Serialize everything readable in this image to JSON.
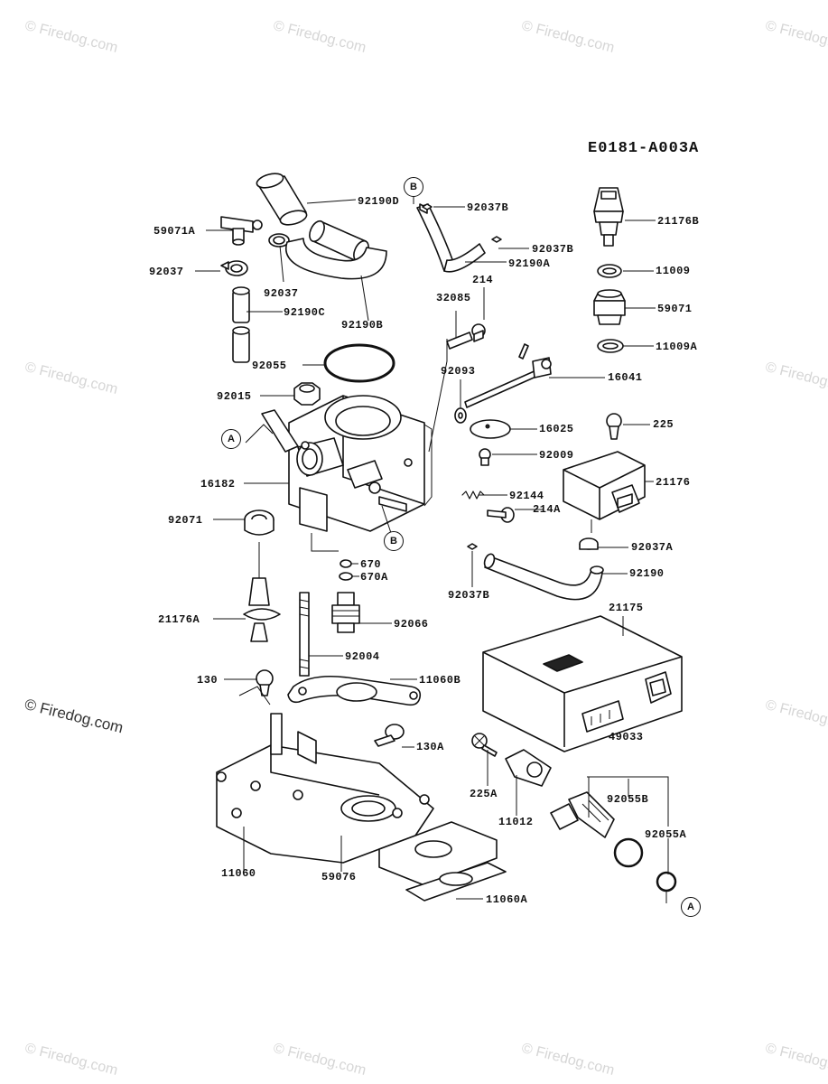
{
  "diagram": {
    "code": "E0181-A003A",
    "watermark": "© Firedog.com",
    "watermark_faint": "Firedog.com",
    "callouts": {
      "a": "A",
      "b": "B"
    },
    "parts": [
      {
        "id": "p92190D",
        "label": "92190D"
      },
      {
        "id": "p59071A",
        "label": "59071A"
      },
      {
        "id": "p92037",
        "label": "92037"
      },
      {
        "id": "p92037b2",
        "label": "92037"
      },
      {
        "id": "p92190C",
        "label": "92190C"
      },
      {
        "id": "p92190B",
        "label": "92190B"
      },
      {
        "id": "p92055",
        "label": "92055"
      },
      {
        "id": "p92015",
        "label": "92015"
      },
      {
        "id": "p16182",
        "label": "16182"
      },
      {
        "id": "p92071",
        "label": "92071"
      },
      {
        "id": "p21176A",
        "label": "21176A"
      },
      {
        "id": "p130",
        "label": "130"
      },
      {
        "id": "p11060",
        "label": "11060"
      },
      {
        "id": "p59076",
        "label": "59076"
      },
      {
        "id": "p11060A",
        "label": "11060A"
      },
      {
        "id": "p11060B",
        "label": "11060B"
      },
      {
        "id": "p130A",
        "label": "130A"
      },
      {
        "id": "p92004",
        "label": "92004"
      },
      {
        "id": "p92066",
        "label": "92066"
      },
      {
        "id": "p670",
        "label": "670"
      },
      {
        "id": "p670A",
        "label": "670A"
      },
      {
        "id": "p92037B1",
        "label": "92037B"
      },
      {
        "id": "p92037B2",
        "label": "92037B"
      },
      {
        "id": "p92037B3",
        "label": "92037B"
      },
      {
        "id": "p92190A",
        "label": "92190A"
      },
      {
        "id": "p214",
        "label": "214"
      },
      {
        "id": "p32085",
        "label": "32085"
      },
      {
        "id": "p92093",
        "label": "92093"
      },
      {
        "id": "p16041",
        "label": "16041"
      },
      {
        "id": "p16025",
        "label": "16025"
      },
      {
        "id": "p92009",
        "label": "92009"
      },
      {
        "id": "p225",
        "label": "225"
      },
      {
        "id": "p21176",
        "label": "21176"
      },
      {
        "id": "p92144",
        "label": "92144"
      },
      {
        "id": "p214A",
        "label": "214A"
      },
      {
        "id": "p92037A",
        "label": "92037A"
      },
      {
        "id": "p92190",
        "label": "92190"
      },
      {
        "id": "p21175",
        "label": "21175"
      },
      {
        "id": "p49033",
        "label": "49033"
      },
      {
        "id": "p92055B",
        "label": "92055B"
      },
      {
        "id": "p92055A",
        "label": "92055A"
      },
      {
        "id": "p225A",
        "label": "225A"
      },
      {
        "id": "p11012",
        "label": "11012"
      },
      {
        "id": "p21176B",
        "label": "21176B"
      },
      {
        "id": "p11009",
        "label": "11009"
      },
      {
        "id": "p59071",
        "label": "59071"
      },
      {
        "id": "p11009A",
        "label": "11009A"
      }
    ]
  }
}
